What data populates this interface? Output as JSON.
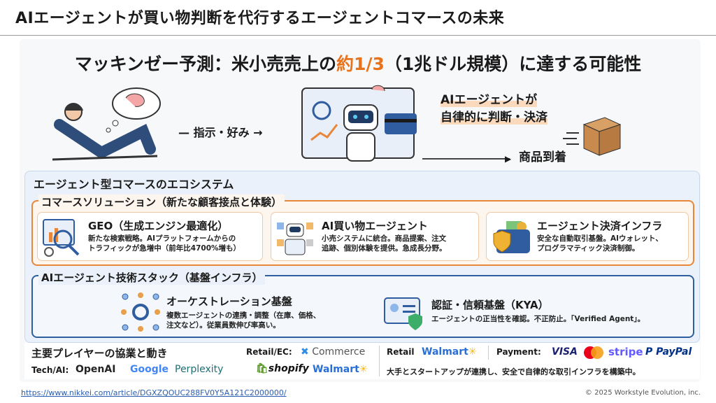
{
  "title": "AIエージェントが買い物判断を代行するエージェントコマースの未来",
  "headline": {
    "pre": "マッキンゼー予測：米小売売上の",
    "highlight": "約1/3",
    "post": "（1兆ドル規模）に達する可能性"
  },
  "flow": {
    "instruction": "指示・好み",
    "agent_line1": "AIエージェントが",
    "agent_line2": "自律的に判断・決済",
    "arrival": "商品到着"
  },
  "ecosystem": {
    "title": "エージェント型コマースのエコシステム",
    "solutions": {
      "label": "コマースソリューション（新たな顧客接点と体験）",
      "cards": [
        {
          "title": "GEO（生成エンジン最適化）",
          "desc1": "新たな検索戦略。AIプラットフォームからの",
          "desc2": "トラフィックが急増中（前年比4700%増も）"
        },
        {
          "title": "AI買い物エージェント",
          "desc1": "小売システムに統合。商品提案、注文",
          "desc2": "追跡、個別体験を提供。急成長分野。"
        },
        {
          "title": "エージェント決済インフラ",
          "desc1": "安全な自動取引基盤。AIウォレット、",
          "desc2": "プログラマティック決済制御。"
        }
      ]
    },
    "stack": {
      "label": "AIエージェント技術スタック（基盤インフラ）",
      "items": [
        {
          "title": "オーケストレーション基盤",
          "desc1": "複数エージェントの連携・調整（在庫、価格、",
          "desc2": "注文など）。従業員数伸び率高い。"
        },
        {
          "title": "認証・信頼基盤（KYA）",
          "desc1": "エージェントの正当性を確認。不正防止。「Verified Agent」。"
        }
      ]
    }
  },
  "players": {
    "title": "主要プレイヤーの協業と動き",
    "tech_label": "Tech/AI:",
    "tech": [
      "OpenAI",
      "Google",
      "Perplexity"
    ],
    "retail_ec_label": "Retail/EC:",
    "retail_ec": [
      "Commerce",
      "shopify",
      "Walmart"
    ],
    "retail_label": "Retail",
    "retail": [
      "Walmart"
    ],
    "payment_label": "Payment:",
    "payment": [
      "VISA",
      "stripe",
      "PayPal"
    ],
    "summary": "大手とスタートアップが連携し、安全で自律的な取引インフラを構築中。"
  },
  "footer": {
    "url": "https://www.nikkei.com/article/DGXZQOUC288FV0Y5A121C2000000/",
    "copyright": "© 2025 Workstyle Evolution, inc."
  }
}
